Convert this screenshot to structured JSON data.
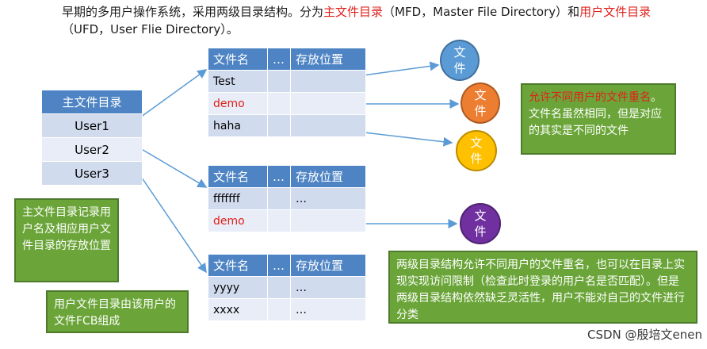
{
  "intro": {
    "part1": "早期的多用户操作系统，采用两级目录结构。分为",
    "mfd": "主文件目录",
    "part2": "（MFD，Master File Directory）和",
    "ufd": "用户文件目录",
    "part3": "（UFD，User Flie Directory）。"
  },
  "mfd_table": {
    "title": "主文件目录",
    "users": [
      "User1",
      "User2",
      "User3"
    ]
  },
  "ufd_header": {
    "name": "文件名",
    "dots": "…",
    "location": "存放位置"
  },
  "ufd1": {
    "rows": [
      [
        "Test",
        "",
        ""
      ],
      [
        "demo",
        "",
        ""
      ],
      [
        "haha",
        "",
        ""
      ]
    ]
  },
  "ufd2": {
    "rows": [
      [
        "fffffff",
        "",
        "…"
      ],
      [
        "demo",
        "",
        ""
      ]
    ]
  },
  "ufd3": {
    "rows": [
      [
        "yyyy",
        "",
        "…"
      ],
      [
        "xxxx",
        "",
        "…"
      ]
    ]
  },
  "file_label": "文件",
  "colors": {
    "blue": "#5b9bd5",
    "orange": "#ed7d31",
    "yellow": "#ffc000",
    "purple": "#7030a0",
    "green": "#6ba539",
    "red": "#e0201b"
  },
  "callouts": {
    "rename_red": "允许不同用户的文件重名",
    "rename_rest": "。文件名虽然相同，但是对应的其实是不同的文件",
    "mfd_note": "主文件目录记录用户名及相应用户文件目录的存放位置",
    "ufd_note": "用户文件目录由该用户的文件FCB组成",
    "twolevel_note": "两级目录结构允许不同用户的文件重名，也可以在目录上实现实现访问限制（检查此时登录的用户名是否匹配）。但是两级目录结构依然缺乏灵活性，用户不能对自己的文件进行分类"
  },
  "watermark": "CSDN @殷培文enen"
}
